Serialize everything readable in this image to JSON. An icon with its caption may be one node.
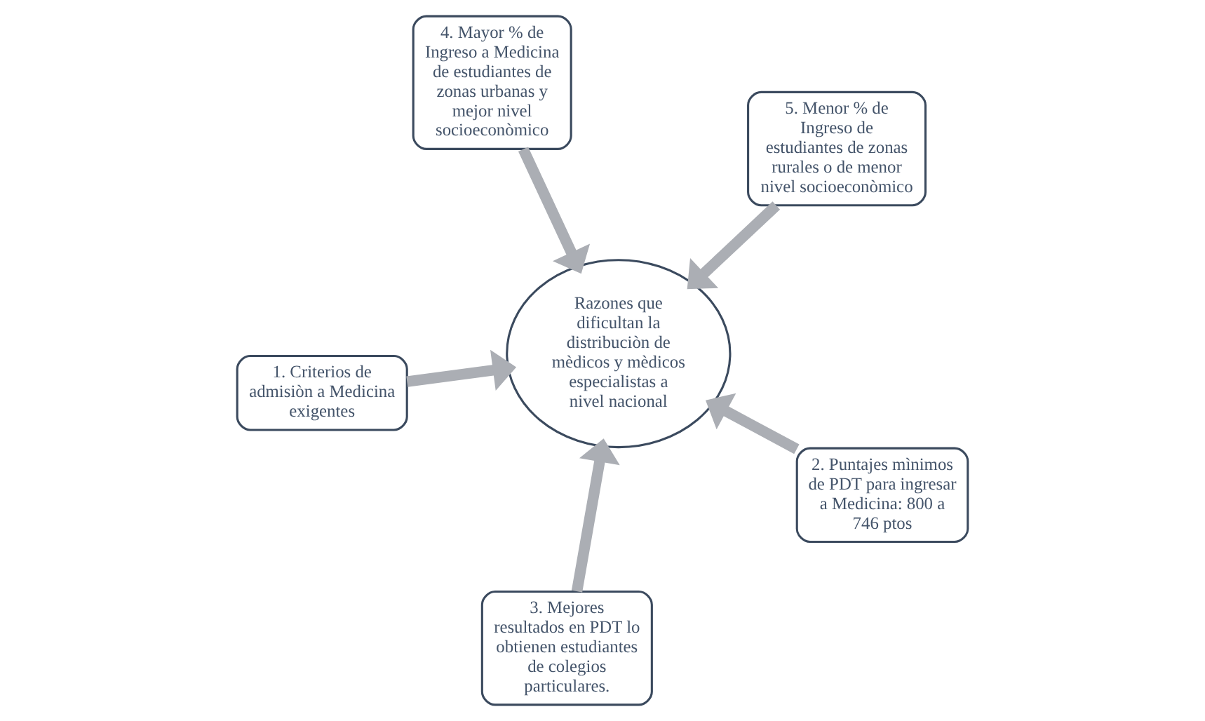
{
  "diagram": {
    "nodes": [
      {
        "text": [
          "1. Criterios de admisiòn a Medicina exigentes"
        ]
      },
      {
        "text": [
          "2. Puntajes mìnimos de PDT para ingresar a Medicina: 800 a 746 ptos"
        ]
      },
      {
        "text": [
          "3. Mejores resultados en PDT lo obtienen estudiantes de colegios particulares."
        ]
      },
      {
        "text": [
          "4. Mayor % de Ingreso a Medicina de estudiantes de zonas urbanas y mejor nivel socioeconòmico"
        ]
      },
      {
        "text": [
          "5. Menor % de Ingreso de estudiantes de zonas rurales o de menor nivel socioeconòmico"
        ]
      },
      {
        "text": [
          "Razones que dificultan la distribuciòn de mèdicos y mèdicos especialistas a nivel nacional"
        ]
      }
    ],
    "edges": [
      {
        "from": 0,
        "to": 5,
        "arrow": "to"
      },
      {
        "from": 1,
        "to": 5,
        "arrow": "to"
      },
      {
        "from": 2,
        "to": 5,
        "arrow": "to"
      },
      {
        "from": 3,
        "to": 5,
        "arrow": "to"
      },
      {
        "from": 4,
        "to": 5,
        "arrow": "to"
      }
    ]
  }
}
